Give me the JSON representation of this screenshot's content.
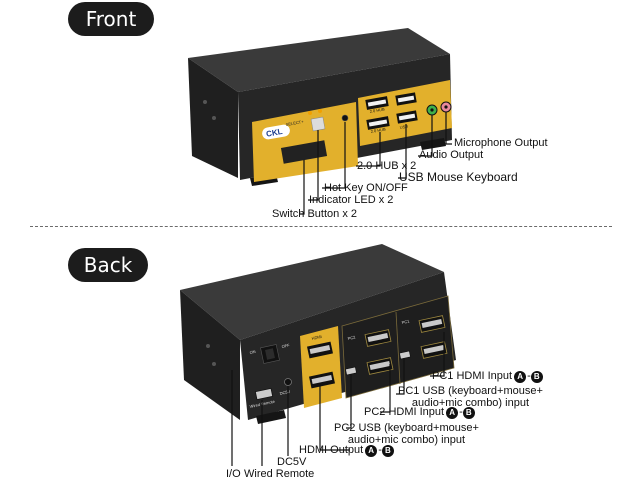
{
  "sections": {
    "front_label": "Front",
    "back_label": "Back"
  },
  "device_front_text": {
    "logo": "CKL",
    "select": "SELECT+",
    "hub_top": "2.0 HUB",
    "hub_bottom": "2.0 HUB",
    "usb_port_label": "USB"
  },
  "device_back_text": {
    "on": "ON",
    "off": "OFF",
    "dc": "DC5V",
    "remote": "Wired Remote",
    "hdmi_out": "HDMI",
    "pc1": "PC1",
    "pc2": "PC2"
  },
  "front_callouts": {
    "microphone_output": "Microphone Output",
    "audio_output": "Audio Output",
    "usb_mouse_keyboard": "USB Mouse Keyboard",
    "hub": "2.0 HUB x 2",
    "hotkey": "Hot Key ON/OFF",
    "indicator": "Indicator LED x 2",
    "switch_button": "Switch Button x 2"
  },
  "back_callouts": {
    "pc1_hdmi": "PC1 HDMI Input",
    "pc1_usb_line1": "PC1 USB (keyboard+mouse+",
    "pc1_usb_line2": "audio+mic combo) input",
    "pc2_hdmi": "PC2 HDMI Input",
    "pc2_usb_line1": "PC2 USB (keyboard+mouse+",
    "pc2_usb_line2": "audio+mic combo) input",
    "hdmi_output": "HDMI Output",
    "dc5v": "DC5V",
    "io": "I/O",
    "wired_remote": "Wired Remote"
  },
  "badges": {
    "a": "A",
    "b": "B",
    "dash": "-"
  },
  "colors": {
    "body_dark": "#2a2a2a",
    "panel_gold": "#e2b02c",
    "pill_bg": "#1c1c1c"
  }
}
